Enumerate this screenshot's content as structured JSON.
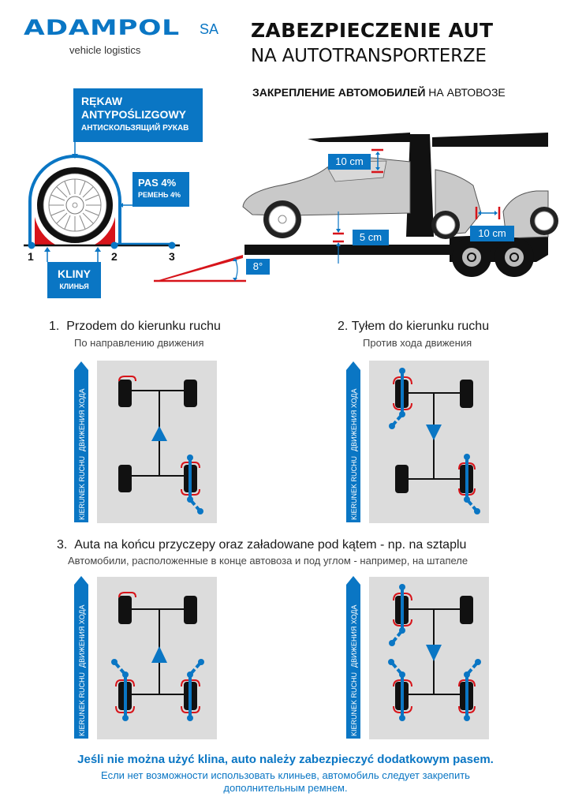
{
  "logo": {
    "name": "ADAMPOL",
    "suffix": "SA",
    "tagline": "vehicle logistics"
  },
  "title": {
    "line1": "ZABEZPIECZENIE AUT",
    "line2": "NA AUTOTRANSPORTERZE",
    "ru_bold": "ЗАКРЕПЛЕНИЕ АВТОМОБИЛЕЙ",
    "ru_regular": "НА АВТОВОЗЕ"
  },
  "wheel_diagram": {
    "sleeve": {
      "label_pl_line1": "RĘKAW",
      "label_pl_line2": "ANTYPOŚLIZGOWY",
      "label_ru": "АНТИСКОЛЬЗЯЩИЙ РУКАВ"
    },
    "strap": {
      "label_pl": "PAS 4%",
      "label_ru": "РЕМЕНЬ 4%"
    },
    "wedges": {
      "label_pl": "KLINY",
      "label_ru": "КЛИНЬЯ"
    },
    "points": [
      "1",
      "2",
      "3"
    ]
  },
  "transporter_diagram": {
    "roof_clearance": "10 cm",
    "ground_clearance": "5 cm",
    "car_gap": "10 cm",
    "ramp_angle": "8°"
  },
  "sections": [
    {
      "number": "1.",
      "title_pl": "Przodem do kierunku ruchu",
      "title_ru": "По направлению движения"
    },
    {
      "number": "2.",
      "title_pl": "Tyłem do kierunku ruchu",
      "title_ru": "Против хода движения"
    },
    {
      "number": "3.",
      "title_pl": "Auta na końcu przyczepy oraz załadowane pod kątem - np. na sztaplu",
      "title_ru": "Автомобили, расположенные в конце автовоза и под углом - например, на штапеле"
    }
  ],
  "direction_label": {
    "pl": "KIERUNEK RUCHU",
    "ru": "ДВИЖЕНИЯ ХОДА"
  },
  "footer": {
    "pl": "Jeśli nie można użyć klina, auto należy zabezpieczyć dodatkowym pasem.",
    "ru_line1": "Если нет возможности использовать клиньев, автомобиль следует закрепить",
    "ru_line2": "дополнительным ремнем."
  },
  "colors": {
    "brand_blue": "#0a76c4",
    "warning_red": "#d7141a",
    "panel_gray": "#dcdcdc"
  }
}
